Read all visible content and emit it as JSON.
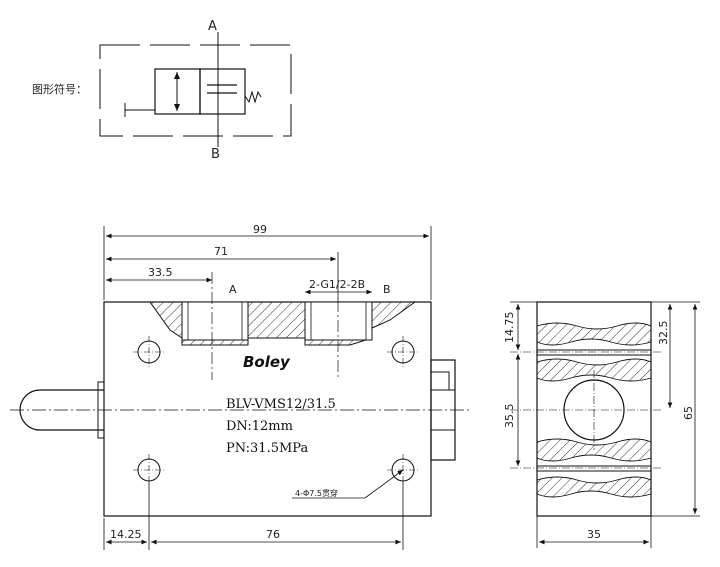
{
  "symbol": {
    "caption": "图形符号：",
    "port_a": "A",
    "port_b": "B"
  },
  "front_view": {
    "dim_overall_width": "99",
    "dim_ports_span": "71",
    "dim_port_a_offset": "33.5",
    "thread_label": "2-G1/2-2B",
    "port_a": "A",
    "port_b": "B",
    "brand": "Boley",
    "model": "BLV-VMS12/31.5",
    "dn": "DN:12mm",
    "pn": "PN:31.5MPa",
    "hole_callout": "4-Φ7.5贯穿",
    "dim_left_offset": "14.25",
    "dim_hole_spacing": "76"
  },
  "side_view": {
    "dim_top": "14.75",
    "dim_upper_mid": "32.5",
    "dim_lower": "35.5",
    "dim_height": "65",
    "dim_width": "35"
  }
}
